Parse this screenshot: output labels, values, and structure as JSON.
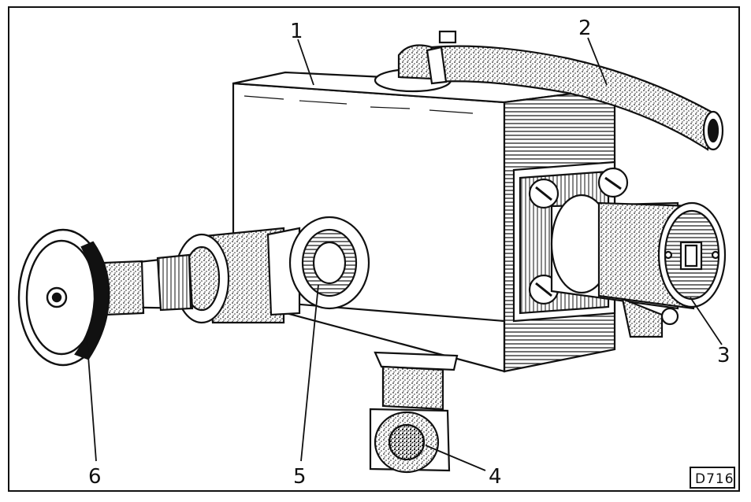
{
  "figure": {
    "callouts": [
      {
        "id": "1",
        "label": "1"
      },
      {
        "id": "2",
        "label": "2"
      },
      {
        "id": "3",
        "label": "3"
      },
      {
        "id": "4",
        "label": "4"
      },
      {
        "id": "5",
        "label": "5"
      },
      {
        "id": "6",
        "label": "6"
      }
    ],
    "figure_code": "D716"
  },
  "colors": {
    "ink": "#111111",
    "paper": "#ffffff",
    "stipple": "#2a2a2a"
  }
}
